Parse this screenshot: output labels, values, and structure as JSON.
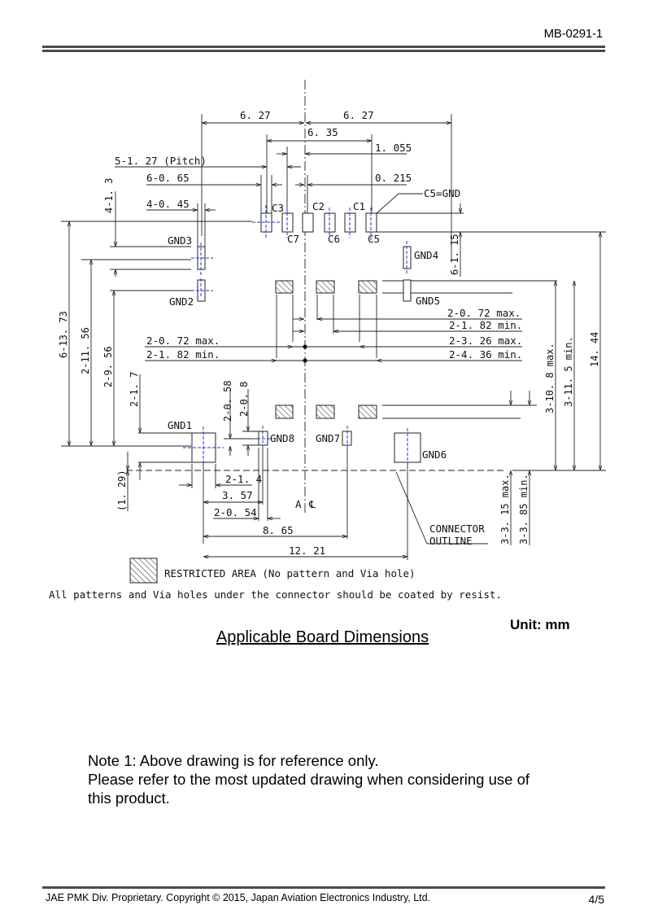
{
  "header": {
    "doc_number": "MB-0291-1"
  },
  "drawing": {
    "dimensions_top": {
      "left_half_width": "6. 27",
      "right_half_width": "6. 27",
      "contact_span": "6. 35",
      "offset_1": "1. 055",
      "pitch": "5-1. 27 (Pitch)",
      "contact_width": "6-0. 65",
      "offset_2": "0. 215",
      "gnd_pad_width": "4-0. 45"
    },
    "pin_labels": {
      "c1": "C1",
      "c2": "C2",
      "c3": "C3",
      "c5": "C5",
      "c6": "C6",
      "c7": "C7",
      "c5_note": "C5=GND",
      "gnd1": "GND1",
      "gnd2": "GND2",
      "gnd3": "GND3",
      "gnd4": "GND4",
      "gnd5": "GND5",
      "gnd6": "GND6",
      "gnd7": "GND7",
      "gnd8": "GND8"
    },
    "dimensions_left": {
      "gnd_pad_len": "4-1. 3",
      "total_1": "6-13. 73",
      "total_2": "2-11. 56",
      "total_3": "2-9. 56",
      "gnd1_height": "2-1. 7",
      "gnd8_a": "2-0. 58",
      "gnd8_b": "2-0. 8",
      "ref_offset": "(1. 29)"
    },
    "dimensions_right": {
      "contact_len": "6-1. 15",
      "r_max_1": "2-0. 72 max.",
      "r_min_1": "2-1. 82 min.",
      "r_max_2": "2-3. 26 max.",
      "r_min_2": "2-4. 36 min.",
      "l_max": "2-0. 72 max.",
      "l_min": "2-1. 82 min.",
      "v_max": "3-10. 8 max.",
      "v_min": "3-11. 5 min.",
      "overall": "14. 44",
      "v_lower_max": "3-3. 15 max.",
      "v_lower_min": "3-3. 85 min."
    },
    "dimensions_bottom": {
      "gnd1_width": "2-1. 4",
      "gnd8_offset": "3. 57",
      "gnd8_width": "2-0. 54",
      "gnd7_offset": "8. 65",
      "gnd6_offset": "12. 21"
    },
    "centerline_label": "A",
    "centerline_symbol": "℄",
    "connector_outline_line1": "CONNECTOR",
    "connector_outline_line2": "OUTLINE",
    "legend_restricted": "RESTRICTED AREA (No pattern and Via hole)",
    "coating_note": "All patterns and Via holes under the connector should be coated by resist."
  },
  "unit_label": "Unit: mm",
  "title": "Applicable Board Dimensions",
  "note": {
    "line1": "Note 1: Above drawing is for reference only.",
    "line2": "Please refer to the most updated drawing when considering use of",
    "line3": "this product."
  },
  "footer": {
    "copyright": "JAE PMK Div. Proprietary. Copyright ©  2015, Japan Aviation Electronics Industry, Ltd.",
    "page": "4/5"
  }
}
